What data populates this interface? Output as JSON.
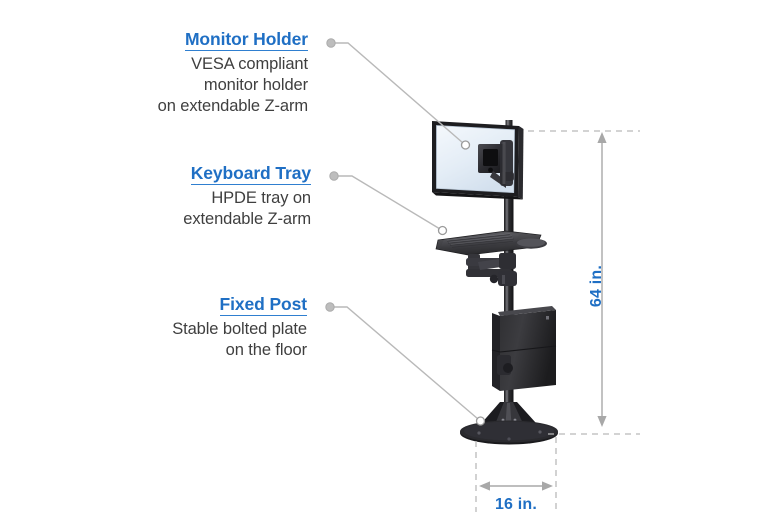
{
  "figure": {
    "kind": "product-dimension-diagram",
    "subject": "floor-mounted monitor and keyboard workstation"
  },
  "callouts": [
    {
      "id": "monitor-holder",
      "title": "Monitor Holder",
      "lines": [
        "VESA compliant",
        "monitor holder",
        "on extendable Z-arm"
      ]
    },
    {
      "id": "keyboard-tray",
      "title": "Keyboard Tray",
      "lines": [
        "HPDE tray on",
        "extendable Z-arm"
      ]
    },
    {
      "id": "fixed-post",
      "title": "Fixed Post",
      "lines": [
        "Stable bolted plate",
        "on the floor"
      ]
    }
  ],
  "dimensions": {
    "height": {
      "label": "64 in.",
      "orientation": "vertical"
    },
    "width": {
      "label": "16 in.",
      "orientation": "horizontal"
    }
  },
  "colors": {
    "accent": "#1f6fc4",
    "title_underline": "#2f7fd0",
    "body_text": "#3f3f3f",
    "leader": "#b9b9b9",
    "dimension": "#a8a8a8",
    "background": "#ffffff",
    "hardware_dark": "#2b2b2d",
    "screen_light": "#e9f0f7"
  }
}
